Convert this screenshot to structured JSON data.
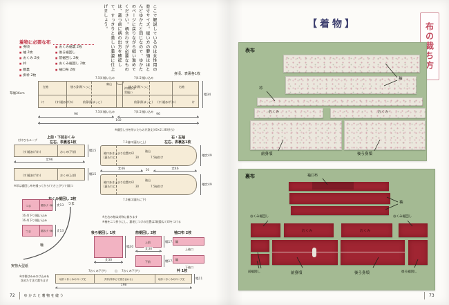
{
  "colors": {
    "accent_red": "#c2394b",
    "title_navy": "#3c3e6e",
    "panel_green": "#a7bd96",
    "fabric_red": "#a02532",
    "pattern_cream": "#f6ecd7",
    "pattern_pink": "#f2b3c2"
  },
  "page_left": {
    "footer": {
      "page_number": "72",
      "title": "ゆかたと着物を縫う"
    },
    "intro_text": "ここで解説しているのは女性用の並寸サイズ。縫い方の要領はほとんどゆかたと同じなので、ゆかたのページに戻りながら縫い進めてください。柄合わせが必要なものは、裁つ前に柄の出方を確認して、すっきりと美しい着姿に仕上げましょう。",
    "materials": {
      "heading": "着物に必要な布",
      "col1": [
        "身頃",
        "袖 2枚",
        "おくみ 2枚",
        "衿",
        "胴裏",
        "掛衿 2枚"
      ],
      "col2": [
        "おくみ裾裏 2枚",
        "後ろ裾回し",
        "前裾回し 2枚",
        "おくみ裾回し 2枚",
        "袖口布 2枚"
      ]
    },
    "body_diagram": {
      "piece_note": "身頃、表裏各1枚",
      "fabric_width": "布幅36cm",
      "seam_top_left": "7.5(4)縫い込み",
      "seam_top_right": "7(4.5)縫い込み",
      "seam_bottom_left": "7.5(4)縫い込み",
      "seam_bottom_right": "7(4.5)縫い込み",
      "cells_top": [
        "左袖",
        "後ろ身頃(へっこ)",
        "後ろ身頃(へっこ)",
        "右袖"
      ],
      "cells_bottom": [
        "け",
        "(す)裾あげ(わ)",
        "前身頃(はっこ)",
        "前身頃(はっこ)",
        "(す)裾あげ(わ)",
        "け"
      ],
      "center_marks": [
        "肩山",
        "衿肩あき",
        "背縫い"
      ],
      "dim_left": "96",
      "dim_right": "96",
      "dim_total": "192",
      "width_dim": "幅34",
      "note": "※裾回し分を除いたものが身丈(40×2＝80余り)"
    },
    "okumi_diagram": {
      "header_line1": "上前・下前おくみ",
      "header_line2": "左右、表裏各1枚",
      "loop_label": "付けひもループ",
      "bar1_left": "(す)裾あげ(わ)",
      "bar1_right": "おくみ(下前)",
      "bar2_left": "(す)裾あげ(わ)",
      "bar2_right": "おくみ(上前)",
      "dim_length": "丈96",
      "dim_width1": "幅15",
      "dim_width2": "幅15",
      "note": "※印は裾回し布を縫ってから(でき上がりで)裁つ"
    },
    "sleeve_diagram": {
      "header_line1": "右・左袖",
      "header_line2": "左右、表裏各1枚",
      "top_label": "7.2袖口(裏もに上)",
      "mark_label1": "袖口あき止まり位置の印",
      "mark_label2": "(裏もわに)",
      "yama": "袖山",
      "tsuke": "7.5袖付け",
      "num": "30",
      "dim_left": "丈46",
      "dim_center": "50",
      "dim_right": "丈46",
      "dim_side1": "袖丈49",
      "dim_side2": "袖丈49",
      "bottom_label": "7.2袖口(裏もに下)",
      "note1": "※左右の袖は対称に裁ちます",
      "note2": "※袖を二つ折りにし、裏毛じつけの位置は2枚重ねて印をつける"
    },
    "okumi_suso_diagram": {
      "header": "おくみ裾回し 2枚",
      "bar1_left": "つま",
      "bar1_right": "裾あげ・輪",
      "bar2_left": "つま",
      "bar2_right": "裾あげ・輪",
      "mid_note1": "16.4(下り)縫い込み",
      "mid_note2": "16.4(下り)縫い込み",
      "dim1": "丈13",
      "dim2": "丈13"
    },
    "curve": {
      "label": "実物大型紙",
      "tsuma": "つま",
      "wa": "輪"
    },
    "ushiro_suso": {
      "header": "後ろ裾回し 1枚",
      "dim_w": "幅30",
      "dim_h": "丈30"
    },
    "mae_suso": {
      "header": "前裾回し 2枚",
      "label1": "上前",
      "label2": "下前",
      "dim_w1": "幅17.5",
      "dim_w2": "幅17.5",
      "dim_h": "丈30"
    },
    "sodeguchi": {
      "header": "袖口布 2枚",
      "wa1": "輪",
      "wa2": "輪",
      "label1": "上袖口",
      "label2": "下袖口",
      "dim1": "幅8",
      "dim2": "幅8"
    },
    "collar": {
      "header": "衿 1枚",
      "okumi_sagari1": "7おくみ下がり",
      "yama": "山",
      "okumi_sagari2": "7おくみ下がり",
      "cell_left": "地衿＋おくみのローブ丈",
      "cell_center": "共衿(背中心で突き合わせ)",
      "cell_right": "地衿＋おくみのローブ丈",
      "dim_total": "198",
      "dim_width": "幅11",
      "note1": "※内側はみみのけ込みを",
      "note2": "含めた寸法で裁ちます"
    }
  },
  "page_right": {
    "footer": {
      "page_number": "73"
    },
    "title": "【着物】",
    "side_tab": "布の裁ち方",
    "omote": {
      "label": "表布",
      "sode": "袖",
      "eri": "衿",
      "okumi_left": "おくみ",
      "okumi_right": "おくみ",
      "mae": "前身頃",
      "ushiro": "後ろ身頃"
    },
    "ura": {
      "label": "裏布",
      "sodeguchi": "袖口布",
      "sode": "袖",
      "okumi_suso_left": "おくみ裾回し",
      "okumi_suso_right": "おくみ裾回し",
      "okumi_left": "おくみ",
      "okumi_right": "おくみ",
      "mae_suso": "前裾回し",
      "mae": "前身頃",
      "ushiro": "後ろ身頃",
      "ushiro_suso": "後ろ裾回し"
    }
  }
}
